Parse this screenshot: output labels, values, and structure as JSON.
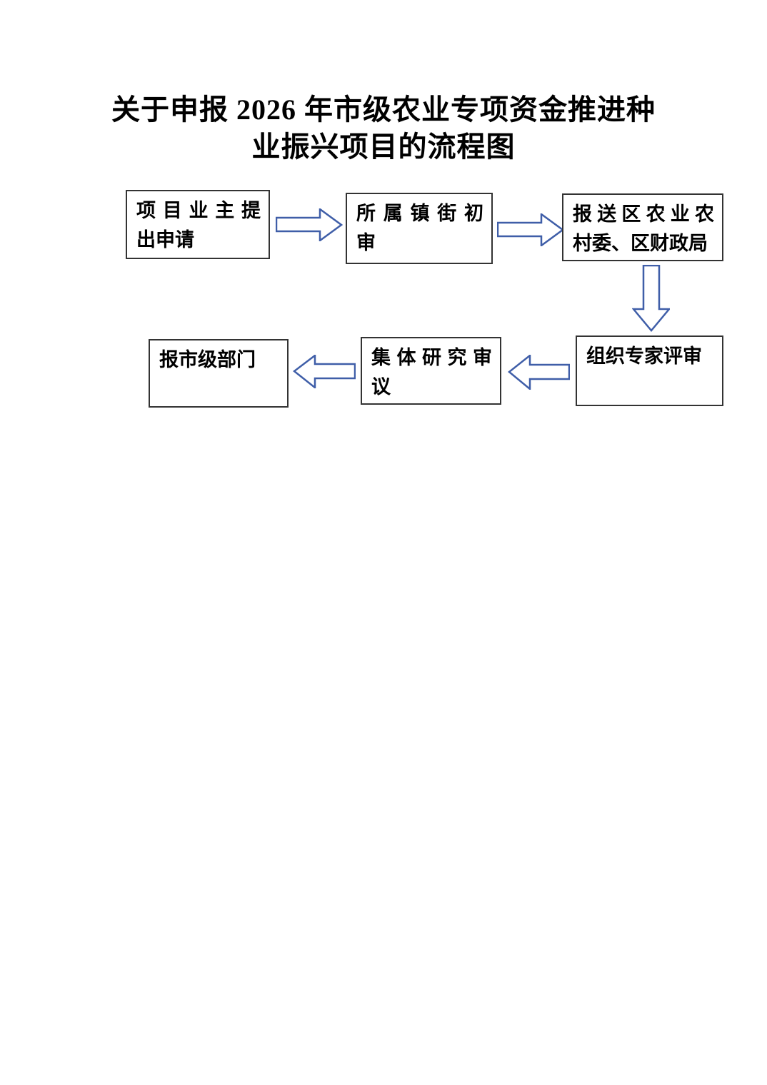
{
  "document": {
    "title_line1": "关于申报 2026 年市级农业专项资金推进种",
    "title_line2": "业振兴项目的流程图"
  },
  "flowchart": {
    "colors": {
      "arrow_outline": "#3F5EA8",
      "arrow_fill": "#ffffff",
      "box_border": "#333333",
      "text": "#000000"
    },
    "boxes": [
      {
        "id": "project-owner-application",
        "label": "项目业主提出申请",
        "lines": [
          "项目业主提",
          "出申请"
        ]
      },
      {
        "id": "town-street-initial-review",
        "label": "所属镇街初审",
        "lines": [
          "所属镇街初",
          "审"
        ]
      },
      {
        "id": "submit-district-agencies",
        "label": "报送区农业农村委、区财政局",
        "lines": [
          "报送区农业农",
          "村委、区财政局"
        ]
      },
      {
        "id": "organize-expert-review",
        "label": "组织专家评审",
        "lines": [
          "组织专家评审"
        ]
      },
      {
        "id": "collective-study-deliberation",
        "label": "集体研究审议",
        "lines": [
          "集体研究审",
          "议"
        ]
      },
      {
        "id": "report-municipal-departments",
        "label": "报市级部门",
        "lines": [
          "报市级部门"
        ]
      }
    ],
    "arrows": [
      {
        "from": "project-owner-application",
        "to": "town-street-initial-review",
        "direction": "right"
      },
      {
        "from": "town-street-initial-review",
        "to": "submit-district-agencies",
        "direction": "right"
      },
      {
        "from": "submit-district-agencies",
        "to": "organize-expert-review",
        "direction": "down"
      },
      {
        "from": "organize-expert-review",
        "to": "collective-study-deliberation",
        "direction": "left"
      },
      {
        "from": "collective-study-deliberation",
        "to": "report-municipal-departments",
        "direction": "left"
      }
    ]
  }
}
